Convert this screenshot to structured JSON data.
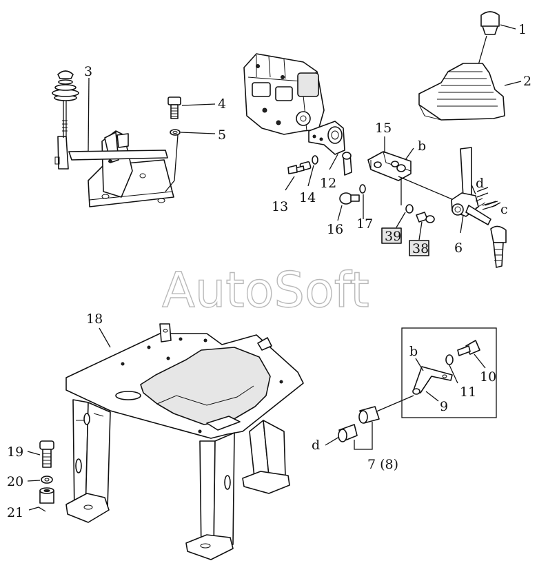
{
  "watermark": "AutoSoft",
  "callouts": [
    {
      "id": "c1",
      "label": "1"
    },
    {
      "id": "c2",
      "label": "2"
    },
    {
      "id": "c3",
      "label": "3"
    },
    {
      "id": "c4",
      "label": "4"
    },
    {
      "id": "c5",
      "label": "5"
    },
    {
      "id": "c6",
      "label": "6"
    },
    {
      "id": "c7",
      "label": "7 (8)"
    },
    {
      "id": "c9",
      "label": "9"
    },
    {
      "id": "c10",
      "label": "10"
    },
    {
      "id": "c11",
      "label": "11"
    },
    {
      "id": "c12",
      "label": "12"
    },
    {
      "id": "c13",
      "label": "13"
    },
    {
      "id": "c14",
      "label": "14"
    },
    {
      "id": "c15",
      "label": "15"
    },
    {
      "id": "c16",
      "label": "16"
    },
    {
      "id": "c17",
      "label": "17"
    },
    {
      "id": "c18",
      "label": "18"
    },
    {
      "id": "c19",
      "label": "19"
    },
    {
      "id": "c20",
      "label": "20"
    },
    {
      "id": "c21",
      "label": "21"
    }
  ],
  "boxed_refs": [
    {
      "id": "r39",
      "label": "39"
    },
    {
      "id": "r38",
      "label": "38"
    }
  ],
  "letters": [
    {
      "id": "b_top",
      "label": "b"
    },
    {
      "id": "d_top",
      "label": "d"
    },
    {
      "id": "c_top",
      "label": "c"
    },
    {
      "id": "b_detail",
      "label": "b"
    },
    {
      "id": "d_bottom",
      "label": "d"
    }
  ]
}
